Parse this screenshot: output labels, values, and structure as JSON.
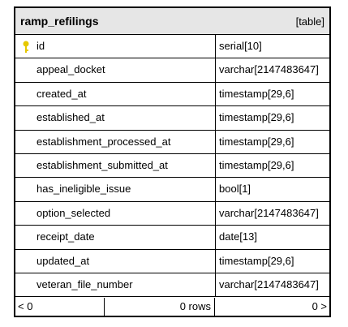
{
  "table": {
    "name": "ramp_refilings",
    "kind": "[table]",
    "key_color": "#e6c800",
    "columns": [
      {
        "name": "id",
        "type": "serial[10]",
        "primary_key": true
      },
      {
        "name": "appeal_docket",
        "type": "varchar[2147483647]"
      },
      {
        "name": "created_at",
        "type": "timestamp[29,6]"
      },
      {
        "name": "established_at",
        "type": "timestamp[29,6]"
      },
      {
        "name": "establishment_processed_at",
        "type": "timestamp[29,6]"
      },
      {
        "name": "establishment_submitted_at",
        "type": "timestamp[29,6]"
      },
      {
        "name": "has_ineligible_issue",
        "type": "bool[1]"
      },
      {
        "name": "option_selected",
        "type": "varchar[2147483647]"
      },
      {
        "name": "receipt_date",
        "type": "date[13]"
      },
      {
        "name": "updated_at",
        "type": "timestamp[29,6]"
      },
      {
        "name": "veteran_file_number",
        "type": "varchar[2147483647]"
      }
    ]
  },
  "footer": {
    "prev": "< 0",
    "count": "0 rows",
    "next": "0 >"
  }
}
